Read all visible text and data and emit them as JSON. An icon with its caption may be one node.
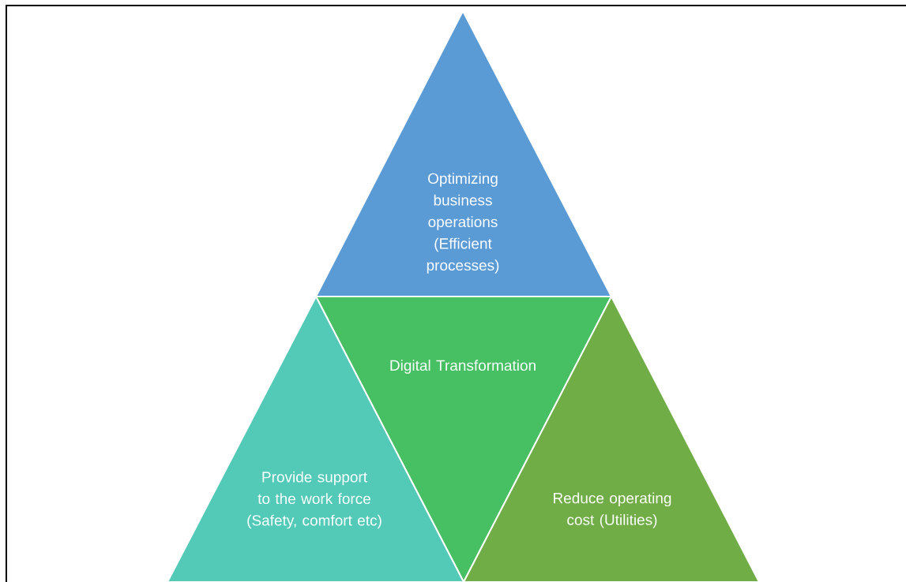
{
  "diagram": {
    "nodes": [
      {
        "text": [
          "Optimizing business operations (Efficient processes)"
        ]
      },
      {
        "text": [
          "Digital Transformation"
        ]
      },
      {
        "text": [
          "Provide support to the work force (Safety, comfort etc)"
        ]
      },
      {
        "text": [
          "Reduce operating cost (Utilities)"
        ]
      }
    ]
  }
}
